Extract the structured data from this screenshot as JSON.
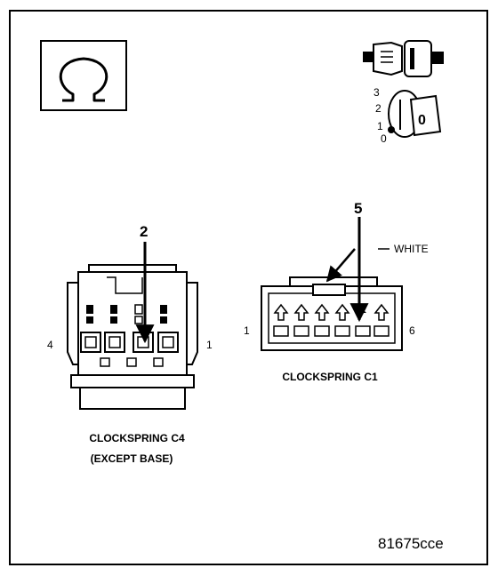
{
  "figure_id": "81675cce",
  "key_switch": {
    "positions": [
      "3",
      "2",
      "1",
      "0"
    ],
    "key_label": "0"
  },
  "connector_c4": {
    "title": "CLOCKSPRING C4",
    "subtitle": "(EXCEPT BASE)",
    "left_end_label": "4",
    "right_end_label": "1",
    "callout_pin": "2"
  },
  "connector_c1": {
    "title": "CLOCKSPRING C1",
    "left_end_label": "1",
    "right_end_label": "6",
    "callout_pin": "5",
    "wire_label": "WHITE"
  }
}
